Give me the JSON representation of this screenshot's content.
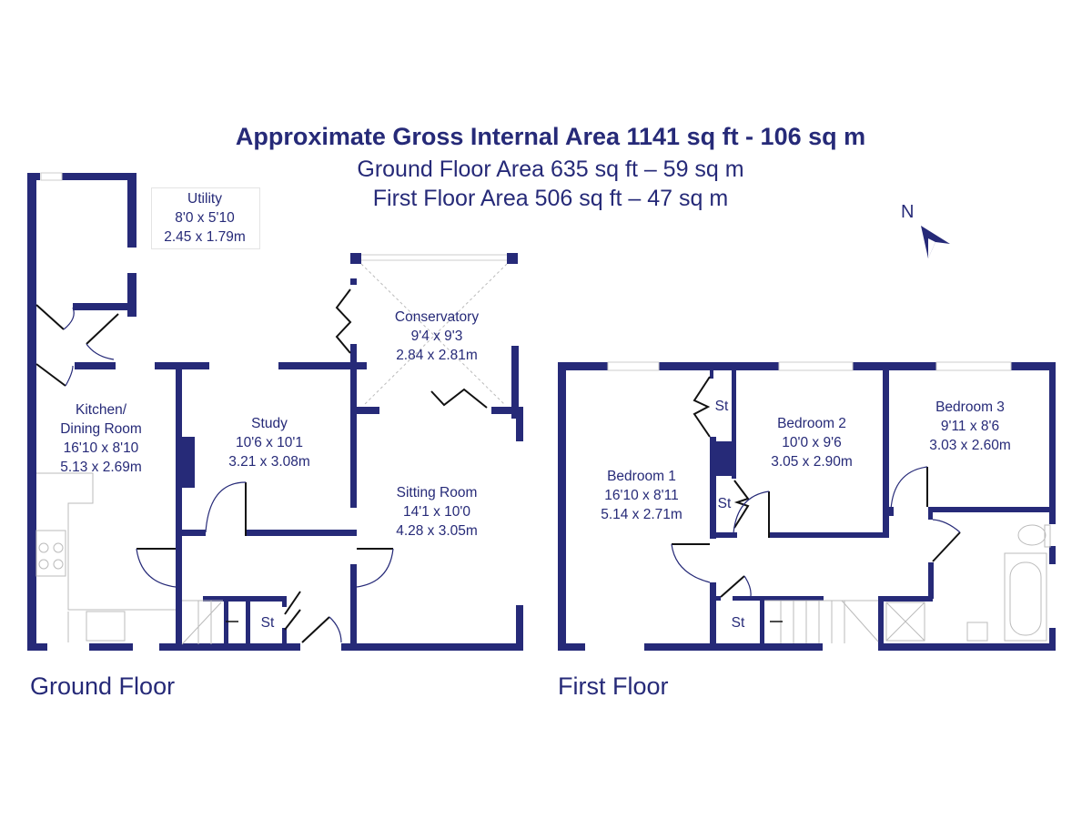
{
  "header": {
    "title": "Approximate Gross Internal Area 1141 sq ft - 106 sq m",
    "ground_area": "Ground Floor Area 635 sq ft – 59 sq m",
    "first_area": "First Floor Area 506 sq ft – 47 sq m"
  },
  "compass": {
    "label": "N"
  },
  "ground_floor": {
    "label": "Ground Floor",
    "rooms": {
      "utility": {
        "name": "Utility",
        "imperial": "8'0 x 5'10",
        "metric": "2.45 x 1.79m"
      },
      "conservatory": {
        "name": "Conservatory",
        "imperial": "9'4 x 9'3",
        "metric": "2.84 x 2.81m"
      },
      "kitchen": {
        "name": "Kitchen/",
        "name2": "Dining Room",
        "imperial": "16'10 x 8'10",
        "metric": "5.13 x 2.69m"
      },
      "study": {
        "name": "Study",
        "imperial": "10'6 x 10'1",
        "metric": "3.21 x 3.08m"
      },
      "sitting": {
        "name": "Sitting Room",
        "imperial": "14'1 x 10'0",
        "metric": "4.28 x 3.05m"
      },
      "store": {
        "name": "St"
      }
    }
  },
  "first_floor": {
    "label": "First Floor",
    "rooms": {
      "bedroom1": {
        "name": "Bedroom 1",
        "imperial": "16'10 x 8'11",
        "metric": "5.14 x 2.71m"
      },
      "bedroom2": {
        "name": "Bedroom 2",
        "imperial": "10'0 x 9'6",
        "metric": "3.05 x 2.90m"
      },
      "bedroom3": {
        "name": "Bedroom 3",
        "imperial": "9'11 x 8'6",
        "metric": "3.03 x 2.60m"
      },
      "store1": {
        "name": "St"
      },
      "store2": {
        "name": "St"
      },
      "store3": {
        "name": "St"
      }
    }
  },
  "colors": {
    "wall": "#262a78",
    "text": "#262a78"
  }
}
